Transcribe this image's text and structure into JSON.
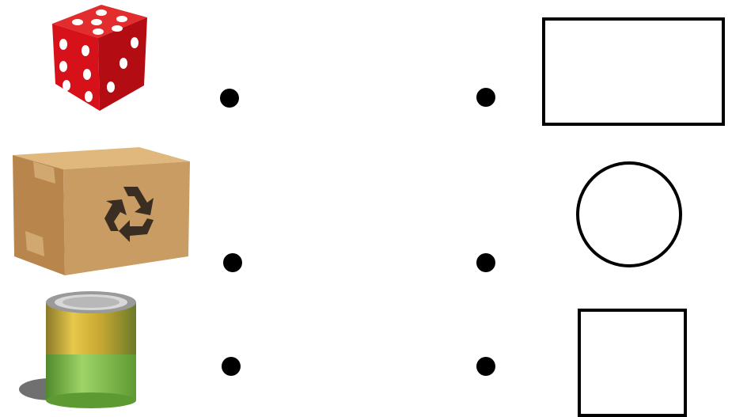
{
  "left_column": [
    {
      "id": "die",
      "icon": "die-icon"
    },
    {
      "id": "box",
      "icon": "cardboard-box-icon"
    },
    {
      "id": "can",
      "icon": "corn-can-icon"
    }
  ],
  "right_column": [
    {
      "id": "rectangle",
      "icon": "rectangle-icon"
    },
    {
      "id": "circle",
      "icon": "circle-icon"
    },
    {
      "id": "square",
      "icon": "square-icon"
    }
  ],
  "colors": {
    "die_red": "#d6111a",
    "box_brown": "#c89c62",
    "can_green": "#7fbf4c",
    "outline": "#000000"
  }
}
